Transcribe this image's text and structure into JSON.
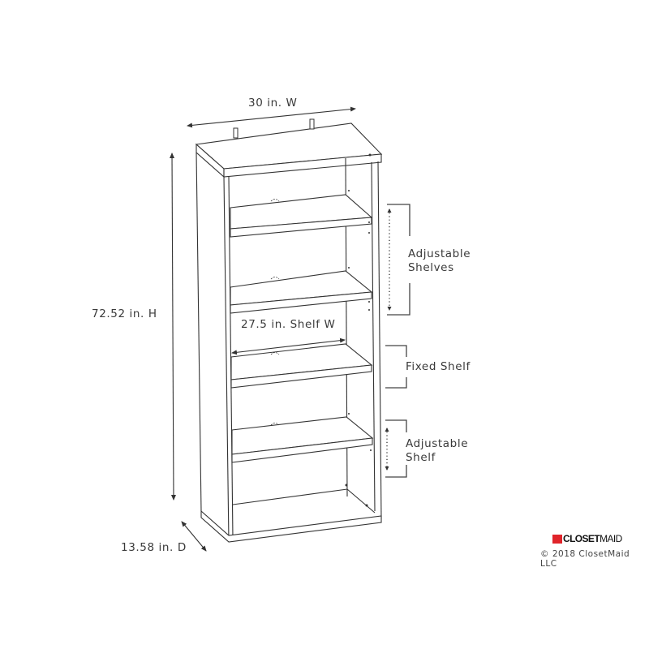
{
  "diagram": {
    "subject": "bookcase",
    "stroke_color": "#333333",
    "dimensions": {
      "width": "30 in. W",
      "height": "72.52 in. H",
      "depth": "13.58 in. D",
      "shelf_width": "27.5 in. Shelf W"
    },
    "callouts": [
      {
        "line1": "Adjustable",
        "line2": "Shelves"
      },
      {
        "line1": "Fixed Shelf",
        "line2": ""
      },
      {
        "line1": "Adjustable",
        "line2": "Shelf"
      }
    ],
    "brand": {
      "logo_bold": "CLOSET",
      "logo_thin": "MAID",
      "logo_color": "#e0242a",
      "copyright": "© 2018 ClosetMaid LLC"
    }
  }
}
